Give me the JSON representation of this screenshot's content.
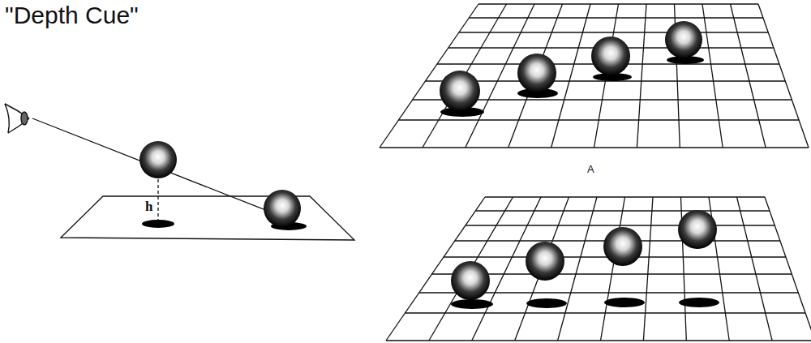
{
  "diagram": {
    "title": "\"Depth Cue\"",
    "labels": [
      "h",
      "A"
    ]
  }
}
